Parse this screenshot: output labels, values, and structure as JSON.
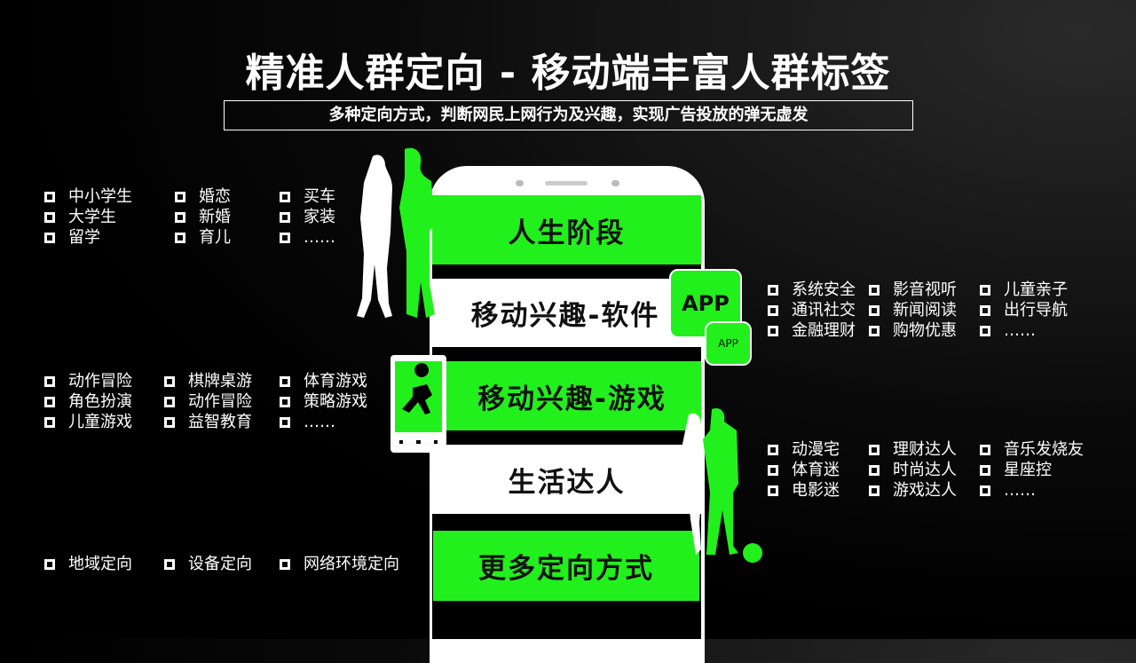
{
  "title": "精准人群定向 - 移动端丰富人群标签",
  "subtitle": "多种定向方式，判断网民上网行为及兴趣，实现广告投放的弹无虚发",
  "phone_bars": [
    "人生阶段",
    "移动兴趣-软件",
    "移动兴趣-游戏",
    "生活达人",
    "更多定向方式"
  ],
  "app_icon_large": "APP",
  "app_icon_small": "APP",
  "life_stage": [
    [
      "中小学生",
      "大学生",
      "留学"
    ],
    [
      "婚恋",
      "新婚",
      "育儿"
    ],
    [
      "买车",
      "家装",
      "……"
    ]
  ],
  "software": [
    [
      "系统安全",
      "通讯社交",
      "金融理财"
    ],
    [
      "影音视听",
      "新闻阅读",
      "购物优惠"
    ],
    [
      "儿童亲子",
      "出行导航",
      "……"
    ]
  ],
  "games": [
    [
      "动作冒险",
      "角色扮演",
      "儿童游戏"
    ],
    [
      "棋牌桌游",
      "动作冒险",
      "益智教育"
    ],
    [
      "体育游戏",
      "策略游戏",
      "……"
    ]
  ],
  "lifestyle": [
    [
      "动漫宅",
      "体育迷",
      "电影迷"
    ],
    [
      "理财达人",
      "时尚达人",
      "游戏达人"
    ],
    [
      "音乐发烧友",
      "星座控",
      "……"
    ]
  ],
  "more": [
    "地域定向",
    "设备定向",
    "网络环境定向"
  ],
  "colors": {
    "accent": "#22f01c",
    "background": "#000000"
  }
}
